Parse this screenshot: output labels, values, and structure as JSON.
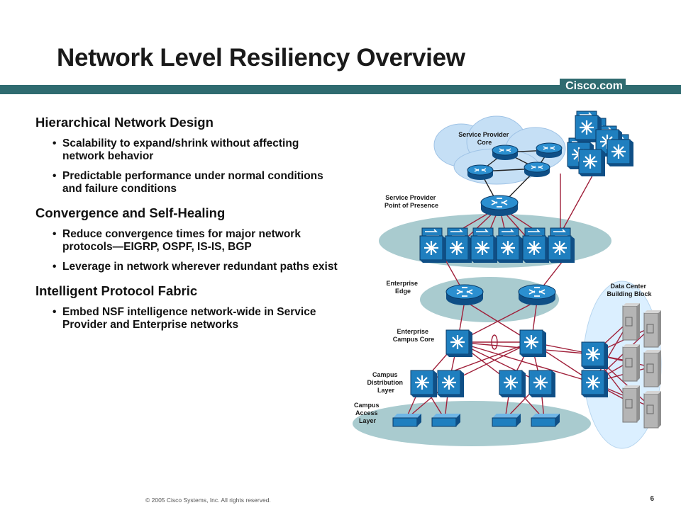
{
  "title": "Network Level Resiliency Overview",
  "brand": "Cisco.com",
  "sections": [
    {
      "heading": "Hierarchical Network Design",
      "bullets": [
        "Scalability to expand/shrink without affecting network behavior",
        "Predictable performance under normal conditions and failure conditions"
      ]
    },
    {
      "heading": "Convergence and Self-Healing",
      "bullets": [
        "Reduce convergence times for major network protocols—EIGRP, OSPF, IS-IS, BGP",
        "Leverage in network wherever redundant paths exist"
      ]
    },
    {
      "heading": "Intelligent Protocol Fabric",
      "bullets": [
        "Embed NSF intelligence network-wide in Service Provider and Enterprise networks"
      ]
    }
  ],
  "diagram": {
    "labels": {
      "sp_core": [
        "Service Provider",
        "Core"
      ],
      "sp_pop": [
        "Service Provider",
        "Point of Presence"
      ],
      "ent_edge": [
        "Enterprise",
        "Edge"
      ],
      "ent_core": [
        "Enterprise",
        "Campus Core"
      ],
      "dist": [
        "Campus",
        "Distribution",
        "Layer"
      ],
      "access": [
        "Campus",
        "Access",
        "Layer"
      ],
      "dc": [
        "Data Center",
        "Building Block"
      ]
    },
    "colors": {
      "ellipse": "#a9cbcf",
      "cloud": "#c5dff5",
      "dc_bubble": "#dbefff",
      "link": "#a0203a",
      "device_blue": "#1f7fbf",
      "device_dark": "#0f4f86",
      "server": "#b0b0b0"
    }
  },
  "footer": "© 2005 Cisco Systems, Inc. All rights reserved.",
  "page_number": "6"
}
